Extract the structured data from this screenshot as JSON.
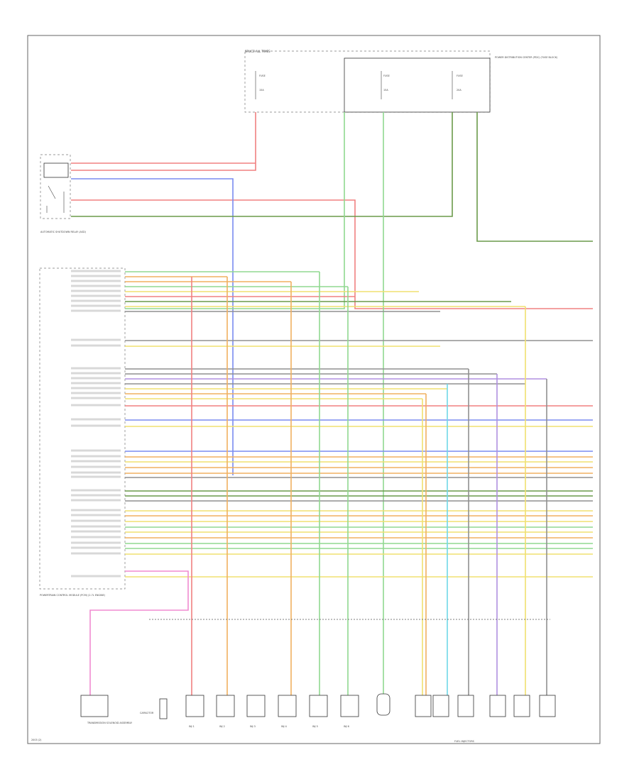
{
  "fuse_box": {
    "title": "SPLICE ALL TIMES",
    "fuses": [
      {
        "label": "FUSE",
        "amp": "15A"
      },
      {
        "label": "FUSE",
        "amp": "15A"
      },
      {
        "label": "FUSE",
        "amp": "20A"
      }
    ],
    "caption": "POWER DISTRIBUTION CENTER (PDC) (FUSE BLOCK)"
  },
  "relay": {
    "caption": "AUTOMATIC SHUTDOWN RELAY (ASD)"
  },
  "pcm": {
    "caption": "POWERTRAIN CONTROL MODULE (PCM) (2.7L ENGINE)"
  },
  "injectors": [
    {
      "label": "INJ 1"
    },
    {
      "label": "INJ 2"
    },
    {
      "label": "INJ 3"
    },
    {
      "label": "INJ 4"
    },
    {
      "label": "INJ 5"
    },
    {
      "label": "INJ 6"
    }
  ],
  "capacitor_label": "CAPACITOR",
  "fuel_injectors_label": "FUEL INJECTORS",
  "bottom_left_component": "TRANSMISSION SOLENOID ASSEMBLY",
  "footer": "2003 (2)",
  "colors": {
    "red": "#f08080",
    "blue": "#7a8cf0",
    "green": "#90d890",
    "yellow": "#f0e070",
    "orange": "#f0b060",
    "pink": "#f08cd0",
    "gray": "#909090",
    "darkgreen": "#6a9a4a",
    "cyan": "#70d8e8",
    "violet": "#b090e0"
  }
}
